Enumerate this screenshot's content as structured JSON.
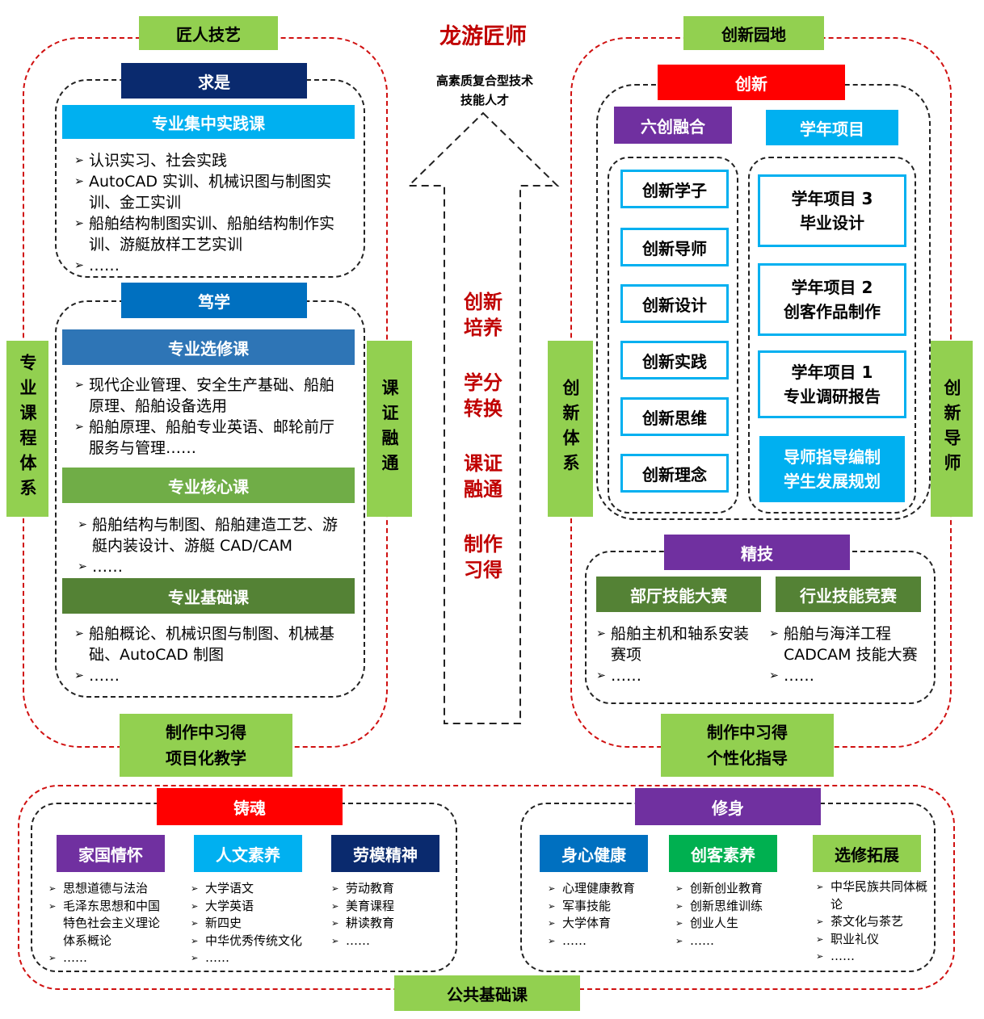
{
  "center": {
    "title": "龙游匠师",
    "subtitle_line1": "高素质复合型技术",
    "subtitle_line2": "技能人才",
    "arrow_text": [
      [
        "创新",
        "培养"
      ],
      [
        "学分",
        "转换"
      ],
      [
        "课证",
        "融通"
      ],
      [
        "制作",
        "习得"
      ]
    ]
  },
  "left": {
    "top_label": "匠人技艺",
    "side_left": "专业课程体系",
    "side_right": "课证融通",
    "bottom_label_line1": "制作中习得",
    "bottom_label_line2": "项目化教学",
    "qiushi": {
      "header": "求是",
      "course": "专业集中实践课",
      "items": [
        "认识实习、社会实践",
        "AutoCAD 实训、机械识图与制图实训、金工实训",
        "船舶结构制图实训、船舶结构制作实训、游艇放样工艺实训",
        "……"
      ]
    },
    "duxue": {
      "header": "笃学",
      "elective": {
        "title": "专业选修课",
        "items": [
          "现代企业管理、安全生产基础、船舶原理、船舶设备选用",
          "船舶原理、船舶专业英语、邮轮前厅服务与管理……"
        ]
      },
      "core": {
        "title": "专业核心课",
        "items": [
          "船舶结构与制图、船舶建造工艺、游艇内装设计、游艇 CAD/CAM",
          "……"
        ]
      },
      "basic": {
        "title": "专业基础课",
        "items": [
          "船舶概论、机械识图与制图、机械基础、AutoCAD 制图",
          "……"
        ]
      }
    }
  },
  "right": {
    "top_label": "创新园地",
    "side_left": "创新体系",
    "side_right": "创新导师",
    "bottom_label_line1": "制作中习得",
    "bottom_label_line2": "个性化指导",
    "innovation": {
      "header": "创新",
      "six_label": "六创融合",
      "year_label": "学年项目",
      "six_items": [
        "创新学子",
        "创新导师",
        "创新设计",
        "创新实践",
        "创新思维",
        "创新理念"
      ],
      "projects": [
        {
          "line1": "学年项目 3",
          "line2": "毕业设计"
        },
        {
          "line1": "学年项目 2",
          "line2": "创客作品制作"
        },
        {
          "line1": "学年项目 1",
          "line2": "专业调研报告"
        }
      ],
      "mentor_line1": "导师指导编制",
      "mentor_line2": "学生发展规划"
    },
    "jingji": {
      "header": "精技",
      "col1": {
        "title": "部厅技能大赛",
        "items": [
          "船舶主机和轴系安装赛项",
          "……"
        ]
      },
      "col2": {
        "title": "行业技能竞赛",
        "items": [
          "船舶与海洋工程CADCAM 技能大赛",
          "……"
        ]
      }
    }
  },
  "bottom": {
    "label": "公共基础课",
    "zhuhun": {
      "header": "铸魂",
      "groups": [
        {
          "title": "家国情怀",
          "items": [
            "思想道德与法治",
            "毛泽东思想和中国特色社会主义理论体系概论",
            "……"
          ]
        },
        {
          "title": "人文素养",
          "items": [
            "大学语文",
            "大学英语",
            "新四史",
            "中华优秀传统文化",
            "……"
          ]
        },
        {
          "title": "劳模精神",
          "items": [
            "劳动教育",
            "美育课程",
            "耕读教育",
            "……"
          ]
        }
      ]
    },
    "xiushen": {
      "header": "修身",
      "groups": [
        {
          "title": "身心健康",
          "items": [
            "心理健康教育",
            "军事技能",
            "大学体育",
            "……"
          ]
        },
        {
          "title": "创客素养",
          "items": [
            "创新创业教育",
            "创新思维训练",
            "创业人生",
            "……"
          ]
        },
        {
          "title": "选修拓展",
          "items": [
            "中华民族共同体概论",
            "茶文化与茶艺",
            "职业礼仪",
            "……"
          ]
        }
      ]
    }
  },
  "colors": {
    "green": "#92d050",
    "navy": "#0a2a6e",
    "sky": "#00b0f0",
    "red": "#ff0000",
    "purple": "#7030a0",
    "dark_green": "#548235",
    "mid_green": "#70ad47",
    "steel_blue": "#2e75b6"
  }
}
